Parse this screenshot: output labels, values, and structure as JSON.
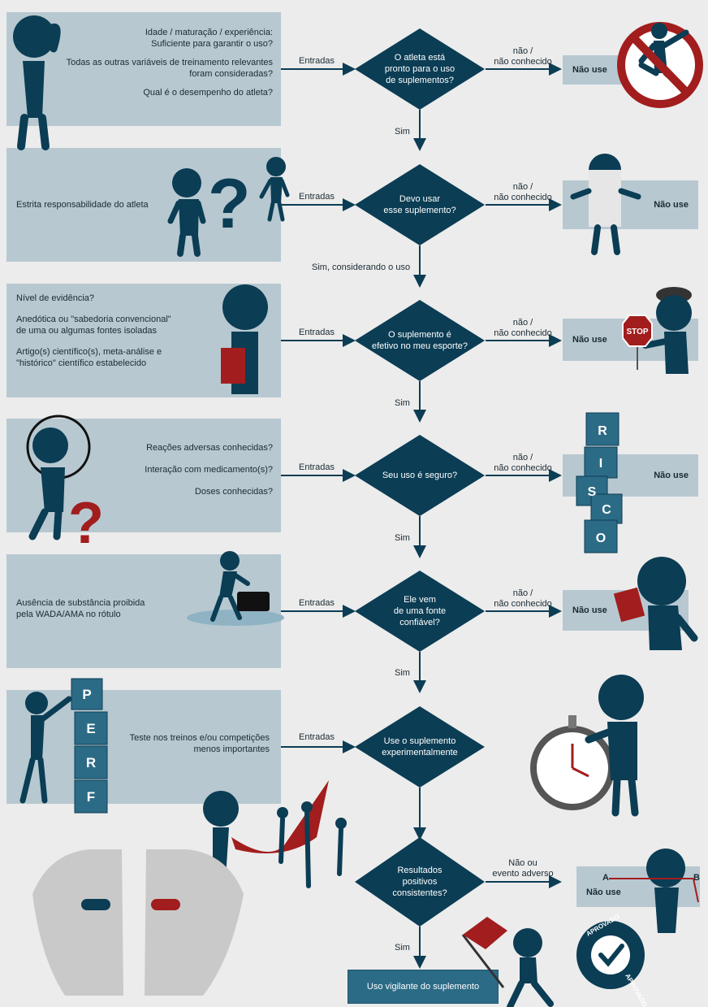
{
  "colors": {
    "panel": "#b7c8d1",
    "node": "#0b3d54",
    "figure": "#0b3d54",
    "accent": "#a21d1d",
    "arrow": "#0b3d54"
  },
  "rows": [
    {
      "lines": [
        "Idade / maturação / experiência:",
        "Suficiente para garantir o uso?",
        "Todas as outras variáveis de treinamento relevantes",
        "foram consideradas?",
        "Qual é o desempenho do atleta?"
      ],
      "inputs": "Entradas",
      "question": [
        "O atleta está",
        "pronto para o uso",
        "de suplementos?"
      ],
      "no": [
        "não /",
        "não conhecido"
      ],
      "result": "Não use",
      "yes": "Sim"
    },
    {
      "lines": [
        "Estrita responsabilidade do atleta"
      ],
      "inputs": "Entradas",
      "question": [
        "Devo usar",
        "esse suplemento?"
      ],
      "no": [
        "não /",
        "não conhecido"
      ],
      "result": "Não use",
      "yes": "Sim, considerando o uso"
    },
    {
      "lines": [
        "Nível de evidência?",
        "Anedótica ou \"sabedoria convencional\"",
        "de uma ou algumas fontes isoladas",
        "Artigo(s) científico(s), meta-análise e",
        "\"histórico\" científico estabelecido"
      ],
      "inputs": "Entradas",
      "question": [
        "O suplemento é",
        "efetivo no meu esporte?"
      ],
      "no": [
        "não /",
        "não conhecido"
      ],
      "result": "Não use",
      "yes": "Sim"
    },
    {
      "lines": [
        "Reações adversas conhecidas?",
        "Interação com medicamento(s)?",
        "Doses conhecidas?"
      ],
      "inputs": "Entradas",
      "question": [
        "Seu uso é seguro?"
      ],
      "no": [
        "não /",
        "não conhecido"
      ],
      "result": "Não use",
      "yes": "Sim"
    },
    {
      "lines": [
        "Ausência de substância proibida",
        "pela WADA/AMA no rótulo"
      ],
      "inputs": "Entradas",
      "question": [
        "Ele vem",
        "de uma fonte",
        "confiável?"
      ],
      "no": [
        "não /",
        "não conhecido"
      ],
      "result": "Não use",
      "yes": "Sim"
    },
    {
      "lines": [
        "Teste nos treinos e/ou competições",
        "menos importantes"
      ],
      "inputs": "Entradas",
      "question": [
        "Use o suplemento",
        "experimentalmente"
      ]
    }
  ],
  "final_question": [
    "Resultados",
    "positivos",
    "consistentes?"
  ],
  "final_no": [
    "Não ou",
    "evento adverso"
  ],
  "final_result": "Não use",
  "final_ab": [
    "A",
    "B"
  ],
  "final_yes": "Sim",
  "final_box": "Uso vigilante do suplemento",
  "stop_sign": "STOP",
  "risco_letters": [
    "R",
    "I",
    "S",
    "C",
    "O"
  ],
  "perf_letters": [
    "P",
    "E",
    "R",
    "F"
  ],
  "stamp_text": [
    "APROVADO",
    "APROVADO"
  ]
}
